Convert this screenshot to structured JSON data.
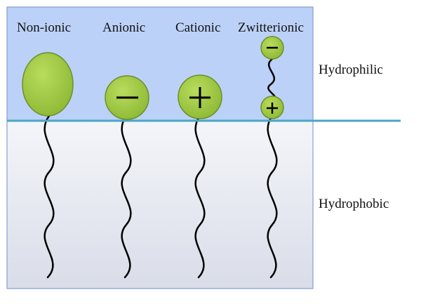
{
  "surfactants": [
    {
      "id": "nonionic",
      "label": "Non-ionic",
      "headgroup": "neutral"
    },
    {
      "id": "anionic",
      "label": "Anionic",
      "headgroup": "negative"
    },
    {
      "id": "cationic",
      "label": "Cationic",
      "headgroup": "positive"
    },
    {
      "id": "zwitterionic",
      "label": "Zwitterionic",
      "headgroup": "both"
    }
  ],
  "regions": {
    "top": {
      "label": "Hydrophilic",
      "color": "#bcd1f7"
    },
    "bottom": {
      "label": "Hydrophobic",
      "color": "#e3e6ef"
    }
  },
  "colors": {
    "interface_line": "#4aa6c6",
    "headgroup_fill": "#9cc740",
    "headgroup_stroke": "#6b8f2a",
    "tail": "#000000",
    "border": "#6f8fc8"
  }
}
